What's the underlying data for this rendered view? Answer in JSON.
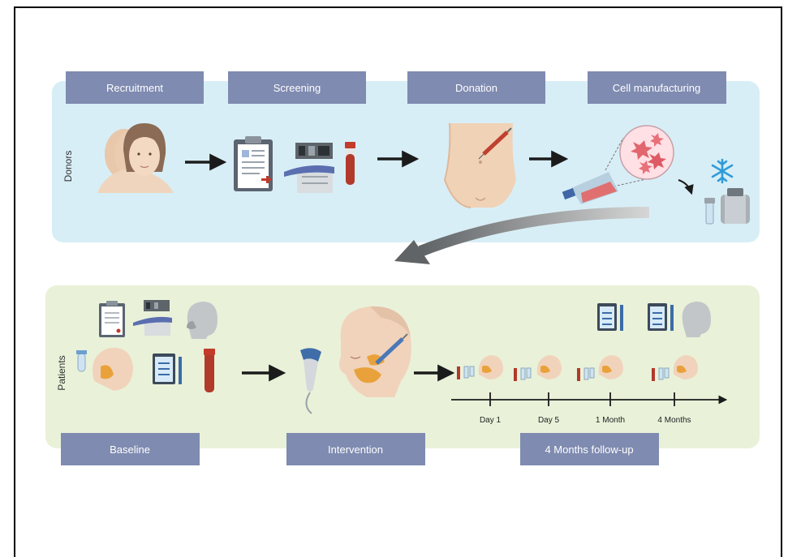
{
  "donors": {
    "row_label": "Donors",
    "stages": [
      "Recruitment",
      "Screening",
      "Donation",
      "Cell manufacturing"
    ]
  },
  "patients": {
    "row_label": "Patients",
    "stages": [
      "Baseline",
      "Intervention",
      "4 Months follow-up"
    ],
    "timeline_ticks": [
      "Day 1",
      "Day 5",
      "1 Month",
      "4 Months"
    ]
  },
  "colors": {
    "donor_panel": "#d8eef6",
    "patient_panel": "#e9f1d9",
    "stage_box": "#7f8bb0",
    "stage_text": "#ffffff",
    "skin": "#f0d2b6",
    "blood": "#b23a2a",
    "device": "#4a78b8",
    "gray_arrow": "#6a6e70"
  },
  "icons": [
    "woman-portrait-icon",
    "clipboard-icon",
    "lab-analyzer-icon",
    "blood-tube-icon",
    "abdomen-syringe-icon",
    "cell-flask-icon",
    "snowflake-icon",
    "vial-icon",
    "cryotank-icon",
    "ultrasound-probe-icon",
    "patient-head-injection-icon",
    "checklist-icon",
    "head-profile-icon"
  ]
}
